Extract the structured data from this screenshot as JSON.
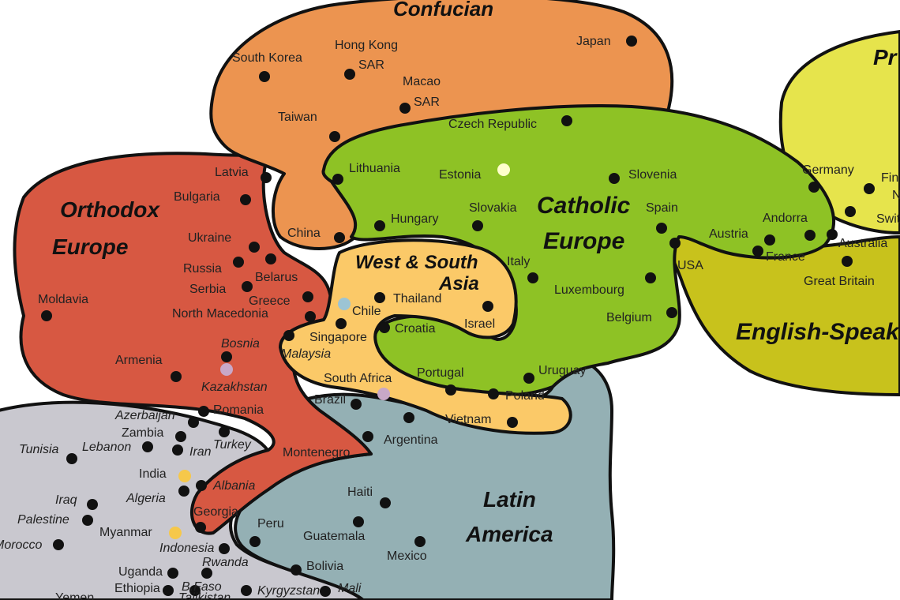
{
  "zones": {
    "confucian": {
      "title": "Confucian",
      "color": "#ec9450"
    },
    "orthodox": {
      "title_1": "Orthodox",
      "title_2": "Europe",
      "color": "#d75842"
    },
    "catholic": {
      "title_1": "Catholic",
      "title_2": "Europe",
      "color": "#8ec225"
    },
    "protestant": {
      "title": "Pr",
      "color": "#e6e44c"
    },
    "english": {
      "title": "English-Speak",
      "color": "#c8c21c"
    },
    "west_south_asia": {
      "title_1": "West & South",
      "title_2": "Asia",
      "color": "#fbc968"
    },
    "latin": {
      "title_1": "Latin",
      "title_2": "America",
      "color": "#94b0b4"
    },
    "african_islamic": {
      "color": "#c9c8cf"
    }
  },
  "dot_colors": {
    "default": "#111111",
    "highlight_blue": "#9cc4d4",
    "highlight_yellow": "#f6c84a",
    "highlight_purple": "#c8a8c8",
    "highlight_white": "#ffffcc"
  },
  "countries": [
    {
      "name": "Japan"
    },
    {
      "name": "South Korea"
    },
    {
      "name": "Hong Kong"
    },
    {
      "name": "SAR"
    },
    {
      "name": "Macao"
    },
    {
      "name": "SAR"
    },
    {
      "name": "Taiwan"
    },
    {
      "name": "China"
    },
    {
      "name": "Czech Republic"
    },
    {
      "name": "Lithuania"
    },
    {
      "name": "Estonia"
    },
    {
      "name": "Slovenia"
    },
    {
      "name": "Hungary"
    },
    {
      "name": "Slovakia"
    },
    {
      "name": "Spain"
    },
    {
      "name": "Italy"
    },
    {
      "name": "Austria"
    },
    {
      "name": "Andorra"
    },
    {
      "name": "France"
    },
    {
      "name": "Luxembourg"
    },
    {
      "name": "Belgium"
    },
    {
      "name": "USA"
    },
    {
      "name": "Germany"
    },
    {
      "name": "Fin"
    },
    {
      "name": "N"
    },
    {
      "name": "Switze"
    },
    {
      "name": "Australia"
    },
    {
      "name": "Great Britain"
    },
    {
      "name": "Latvia"
    },
    {
      "name": "Bulgaria"
    },
    {
      "name": "Ukraine"
    },
    {
      "name": "Russia"
    },
    {
      "name": "Belarus"
    },
    {
      "name": "Serbia"
    },
    {
      "name": "Greece"
    },
    {
      "name": "North Macedonia"
    },
    {
      "name": "Moldavia"
    },
    {
      "name": "Bosnia"
    },
    {
      "name": "Armenia"
    },
    {
      "name": "Kazakhstan"
    },
    {
      "name": "Romania"
    },
    {
      "name": "Montenegro"
    },
    {
      "name": "Albania"
    },
    {
      "name": "Georgia"
    },
    {
      "name": "Thailand"
    },
    {
      "name": "Chile"
    },
    {
      "name": "Singapore"
    },
    {
      "name": "Croatia"
    },
    {
      "name": "Israel"
    },
    {
      "name": "Malaysia"
    },
    {
      "name": "South Africa"
    },
    {
      "name": "Portugal"
    },
    {
      "name": "Poland"
    },
    {
      "name": "Vietnam"
    },
    {
      "name": "Uruguay"
    },
    {
      "name": "Brazil"
    },
    {
      "name": "Argentina"
    },
    {
      "name": "Haiti"
    },
    {
      "name": "Peru"
    },
    {
      "name": "Guatemala"
    },
    {
      "name": "Mexico"
    },
    {
      "name": "Bolivia"
    },
    {
      "name": "Azerbaijan"
    },
    {
      "name": "Zambia"
    },
    {
      "name": "Tunisia"
    },
    {
      "name": "Lebanon"
    },
    {
      "name": "Iran"
    },
    {
      "name": "Turkey"
    },
    {
      "name": "India"
    },
    {
      "name": "Algeria"
    },
    {
      "name": "Iraq"
    },
    {
      "name": "Palestine"
    },
    {
      "name": "Morocco"
    },
    {
      "name": "Myanmar"
    },
    {
      "name": "Indonesia"
    },
    {
      "name": "Uganda"
    },
    {
      "name": "Rwanda"
    },
    {
      "name": "Ethiopia"
    },
    {
      "name": "B.Faso"
    },
    {
      "name": "Tajikistan"
    },
    {
      "name": "Kyrgyzstan"
    },
    {
      "name": "Mali"
    },
    {
      "name": "Yemen"
    }
  ]
}
